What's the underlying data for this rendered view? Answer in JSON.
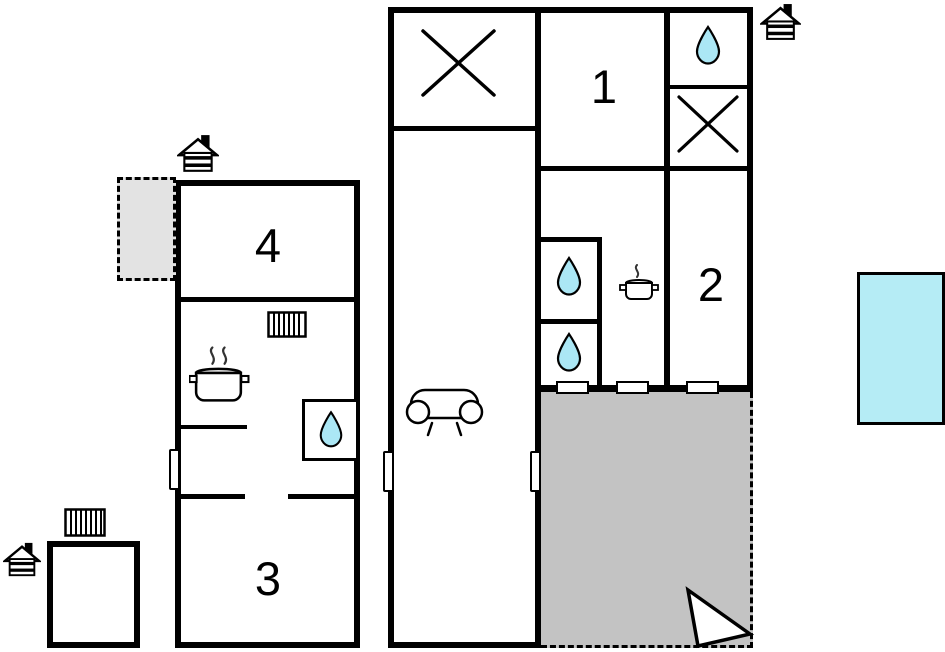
{
  "rooms": {
    "room1": {
      "label": "1"
    },
    "room2": {
      "label": "2"
    },
    "room3": {
      "label": "3"
    },
    "room4": {
      "label": "4"
    }
  },
  "colors": {
    "wall": "#000000",
    "water_drop": "#abe7f5",
    "pool": "#b5ecf5",
    "terrace": "#c3c3c3",
    "annex": "#e3e3e3",
    "background": "#ffffff"
  },
  "icons": {
    "water_drop": "water-drop-icon",
    "stove": "stove-pot-steam-icon",
    "sofa": "sofa-icon",
    "radiator": "radiator-icon",
    "chimney": "chimney-house-icon",
    "window_cross": "crossed-window-icon",
    "entrance_arrow": "entrance-arrow-icon",
    "door": "door-marker",
    "pool": "swimming-pool"
  }
}
